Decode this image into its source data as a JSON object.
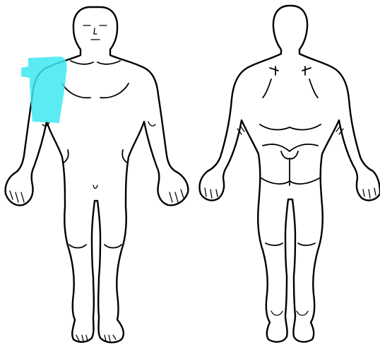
{
  "diagram": {
    "views": [
      {
        "id": "front",
        "label": ""
      },
      {
        "id": "back",
        "label": ""
      }
    ],
    "highlight": {
      "region": "right-shoulder-upper-arm",
      "view": "front",
      "color": "#3ee8f0",
      "opacity": 0.85
    },
    "line_color": "#000000",
    "background": "#ffffff"
  }
}
